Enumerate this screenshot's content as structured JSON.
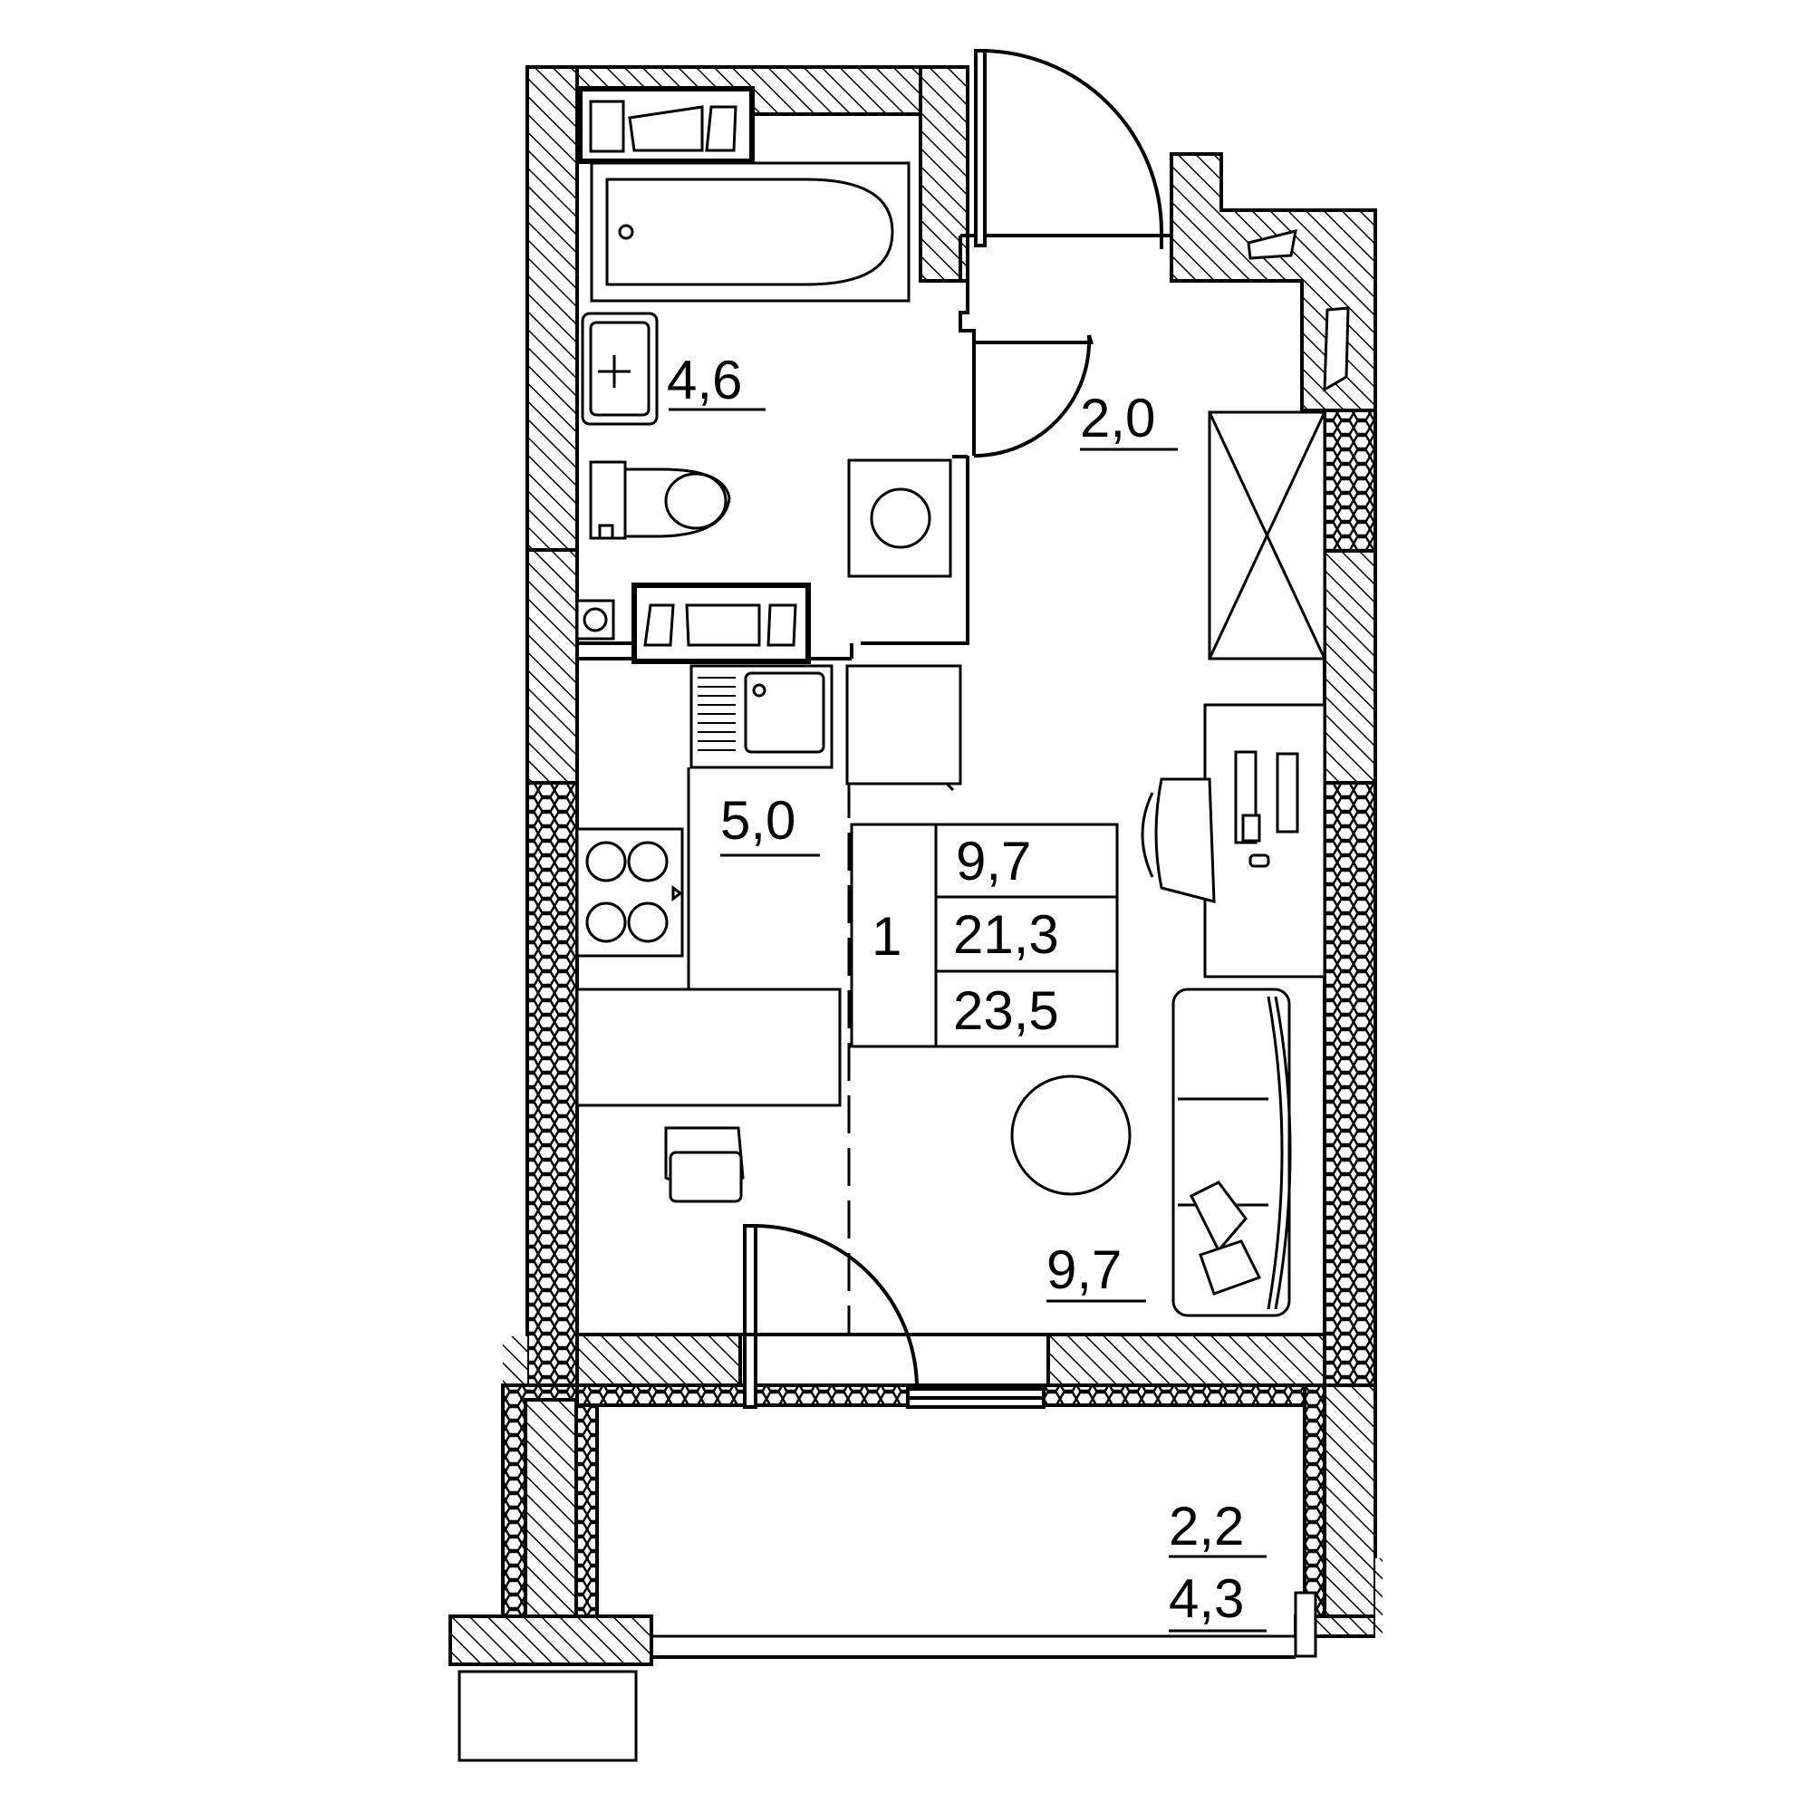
{
  "rooms": {
    "bathroom": {
      "area": "4,6"
    },
    "hall": {
      "area": "2,0"
    },
    "kitchen": {
      "area": "5,0"
    },
    "living_room": {
      "area": "9,7"
    },
    "balcony": {
      "area": "2,2",
      "area_reduced": "4,3"
    }
  },
  "summary": {
    "rooms_count": "1",
    "living_area": "9,7",
    "total_area": "21,3",
    "total_area_with_balcony": "23,5"
  },
  "colors": {
    "line": "#000000",
    "background": "#ffffff"
  },
  "icons": [
    "radiator-icon",
    "bathtub-icon",
    "sink-icon",
    "toilet-icon",
    "washing-machine-icon",
    "kitchen-sink-icon",
    "fridge-icon",
    "stove-icon",
    "wardrobe-icon",
    "desk-icon",
    "chair-icon",
    "sofa-icon",
    "coffee-table-icon",
    "dining-table-icon",
    "door-icon"
  ]
}
